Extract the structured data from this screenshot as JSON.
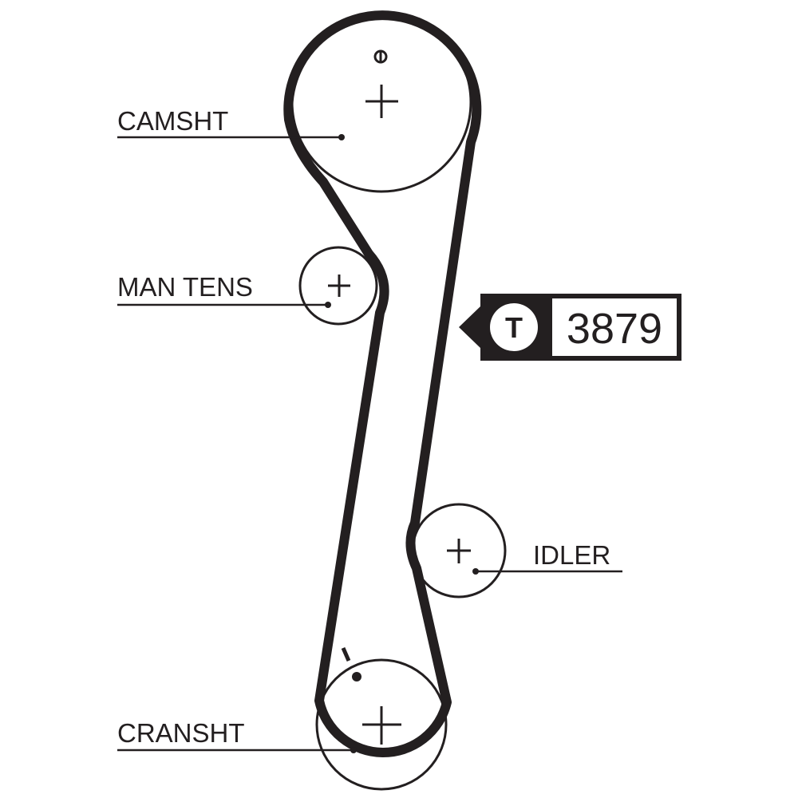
{
  "labels": {
    "camshaft": "CAMSHT",
    "man_tensioner": "MAN TENS",
    "idler": "IDLER",
    "crankshaft": "CRANSHT"
  },
  "badge": {
    "letter": "T",
    "part_number": "3879"
  },
  "colors": {
    "ink": "#231f20",
    "background": "#ffffff"
  }
}
